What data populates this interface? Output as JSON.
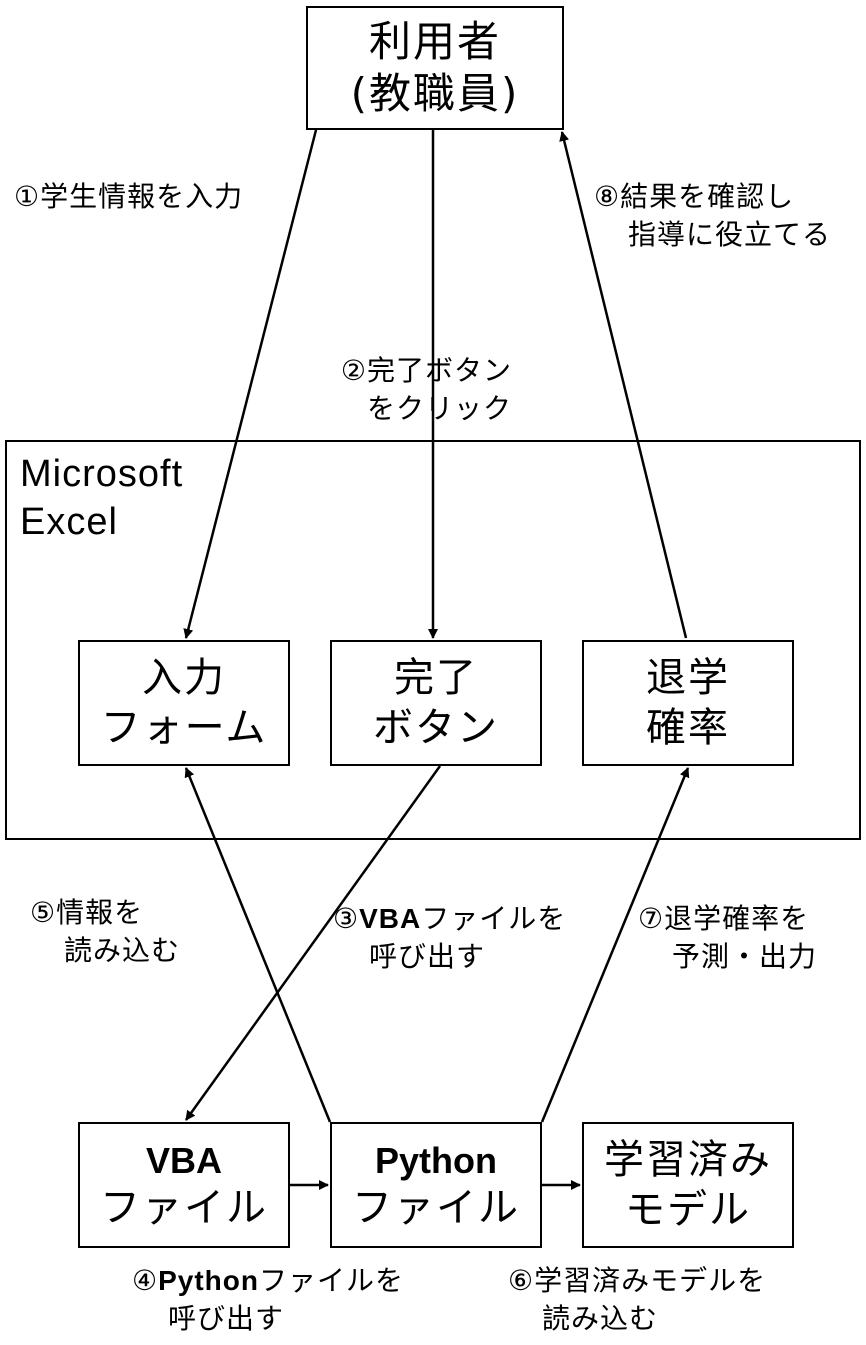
{
  "user_box": {
    "line1": "利用者",
    "line2": "(教職員)"
  },
  "excel": {
    "line1": "Microsoft",
    "line2": "Excel"
  },
  "input_form_box": {
    "line1": "入力",
    "line2": "フォーム"
  },
  "complete_button_box": {
    "line1": "完了",
    "line2": "ボタン"
  },
  "dropout_rate_box": {
    "line1": "退学",
    "line2": "確率"
  },
  "vba_box": {
    "line1": "VBA",
    "line2": "ファイル"
  },
  "python_box": {
    "line1": "Python",
    "line2": "ファイル"
  },
  "model_box": {
    "line1": "学習済み",
    "line2": "モデル"
  },
  "steps": {
    "s1": {
      "line1": "①学生情報を入力"
    },
    "s2": {
      "line1": "②完了ボタン",
      "line2": "をクリック"
    },
    "s3": {
      "prefix": "③",
      "latin": "VBA",
      "rest": "ファイルを",
      "line2": "呼び出す"
    },
    "s4": {
      "prefix": "④",
      "latin": "Python",
      "rest": "ファイルを",
      "line2": "呼び出す"
    },
    "s5": {
      "line1": "⑤情報を",
      "line2": "読み込む"
    },
    "s6": {
      "line1": "⑥学習済みモデルを",
      "line2": "読み込む"
    },
    "s7": {
      "line1": "⑦退学確率を",
      "line2": "予測・出力"
    },
    "s8": {
      "line1": "⑧結果を確認し",
      "line2": "指導に役立てる"
    }
  }
}
